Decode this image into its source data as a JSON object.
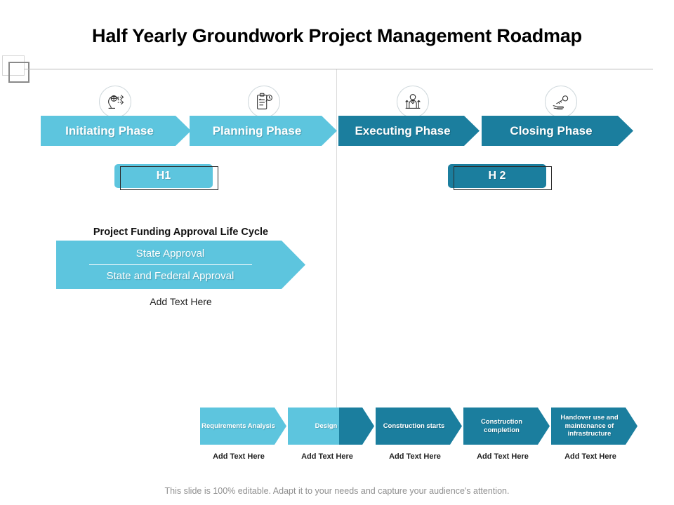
{
  "slide": {
    "title": "Half Yearly Groundwork Project Management Roadmap",
    "footer": "This slide is 100% editable. Adapt it to your needs and capture your audience's attention."
  },
  "colors": {
    "light_cyan": "#5DC5DE",
    "dark_teal": "#1B7E9E",
    "divider_gray": "#dcdcdc",
    "footer_gray": "#8f8f8f"
  },
  "phases": [
    {
      "label": "Initiating Phase",
      "icon": "head-idea-icon",
      "tone": "light"
    },
    {
      "label": "Planning Phase",
      "icon": "clipboard-checklist-icon",
      "tone": "light"
    },
    {
      "label": "Executing Phase",
      "icon": "businessman-growth-icon",
      "tone": "dark"
    },
    {
      "label": "Closing Phase",
      "icon": "hand-key-icon",
      "tone": "dark"
    }
  ],
  "half_markers": [
    {
      "label": "H1",
      "tone": "light"
    },
    {
      "label": "H 2",
      "tone": "dark"
    }
  ],
  "funding": {
    "heading": "Project Funding Approval Life Cycle",
    "line1": "State Approval",
    "line2": "State and Federal Approval",
    "sub_label": "Add Text Here"
  },
  "milestones": [
    {
      "label": "Requirements Analysis",
      "caption": "Add Text Here",
      "tone": "light"
    },
    {
      "label": "Design",
      "caption": "Add Text Here",
      "tone": "split"
    },
    {
      "label": "Construction starts",
      "caption": "Add Text Here",
      "tone": "dark"
    },
    {
      "label": "Construction completion",
      "caption": "Add Text Here",
      "tone": "dark"
    },
    {
      "label": "Handover use and maintenance of infrastructure",
      "caption": "Add Text Here",
      "tone": "dark"
    }
  ]
}
